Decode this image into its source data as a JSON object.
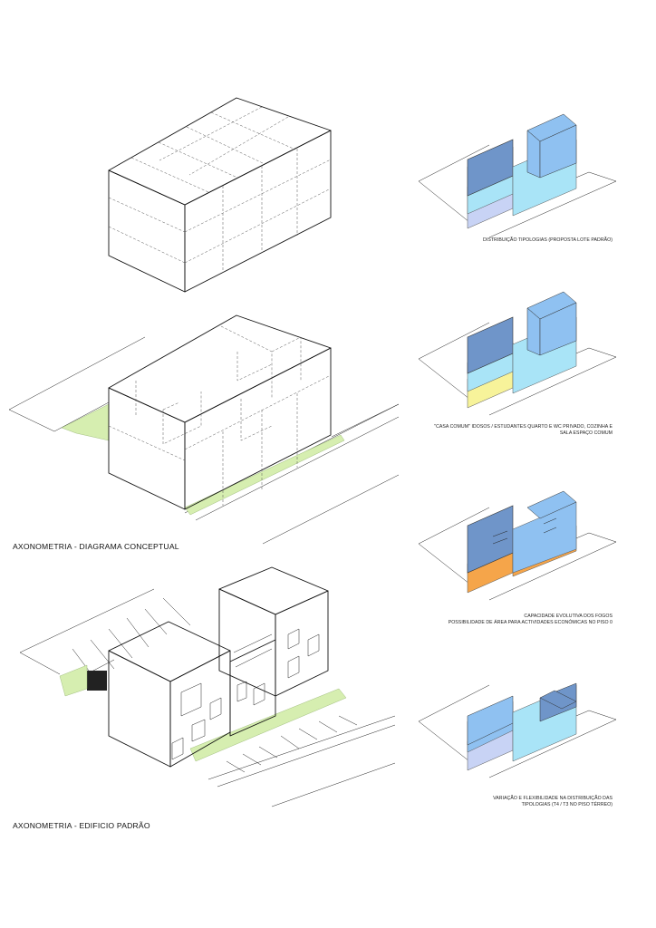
{
  "titles": {
    "conceptual": "AXONOMETRIA - DIAGRAMA CONCEPTUAL",
    "standard": "AXONOMETRIA - EDIFICIO PADRÃO"
  },
  "captions": [
    {
      "lines": [
        "DISTRIBUIÇÃO TIPOLOGIAS (PROPOSTA LOTE PADRÃO)"
      ]
    },
    {
      "lines": [
        "\"CASA COMUM\" IDOSOS / ESTUDANTES QUARTO E WC PRIVADO, COZINHA E",
        "SALA ESPAÇO COMUM"
      ]
    },
    {
      "lines": [
        "CAPACIDADE EVOLUTIVA DOS FOGOS",
        "POSSIBILIDADE DE ÁREA PARA ACTIVIDADES ECONÓMICAS NO PISO 0"
      ]
    },
    {
      "lines": [
        "VARIAÇÃO E FLEXIBILIDADE NA DISTRIBUIÇÃO DAS",
        "TIPOLOGIAS (T4 / T3 NO PISO TÉRREO)"
      ]
    }
  ],
  "colors": {
    "box_light": "#f5f5f5",
    "box_mid": "#ececec",
    "box_dark": "#dcdcdc",
    "grass": "#d6eeb0",
    "blue_upper": "#8fc1f1",
    "blue_dark": "#6f95c9",
    "cyan_mid": "#a9e4f7",
    "lavender_ground": "#c8d3f5",
    "yellow_ground": "#f7f39a",
    "orange_ground": "#f5a54a"
  }
}
